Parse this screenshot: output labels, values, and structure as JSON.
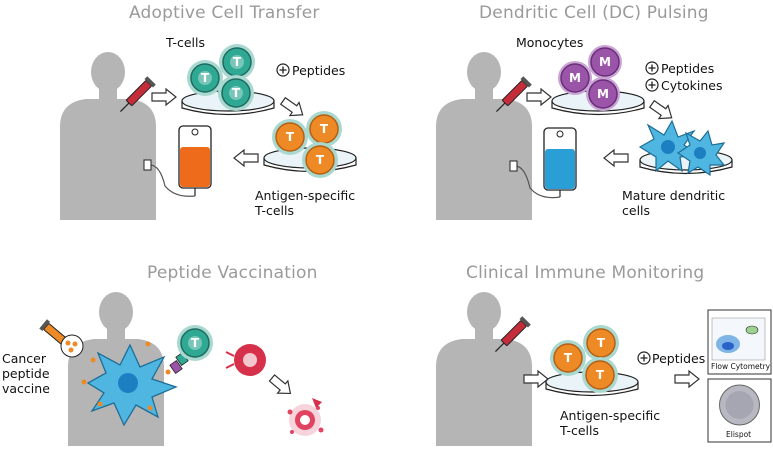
{
  "panels": {
    "act": {
      "title": "Adoptive Cell Transfer",
      "cells_label": "T-cells",
      "additive": "Peptides",
      "result_label_1": "Antigen-specific",
      "result_label_2": "T-cells",
      "cell_letter": "T"
    },
    "dc": {
      "title": "Dendritic Cell (DC) Pulsing",
      "cells_label": "Monocytes",
      "additive_1": "Peptides",
      "additive_2": "Cytokines",
      "result_label_1": "Mature dendritic",
      "result_label_2": "cells",
      "cell_letter": "M"
    },
    "vacc": {
      "title": "Peptide Vaccination",
      "vaccine_label_1": "Cancer",
      "vaccine_label_2": "peptide",
      "vaccine_label_3": "vaccine",
      "cell_letter": "T"
    },
    "cim": {
      "title": "Clinical Immune Monitoring",
      "additive": "Peptides",
      "result_label_1": "Antigen-specific",
      "result_label_2": "T-cells",
      "cell_letter": "T",
      "flow_label": "Flow Cytometry",
      "elispot_label": "Elispot"
    }
  },
  "colors": {
    "silhouette": "#b5b5b5",
    "tcell": "#2fa894",
    "tcell_spikes": "#a8d8cf",
    "activated_tcell": "#ee8a26",
    "monocyte": "#9b55a8",
    "dendritic": "#4fb6e2",
    "nucleus": "#1d7fc1",
    "blood_bag_orange": "#ee6b1b",
    "blood_bag_blue": "#2a9fd6",
    "syringe": "#c62d3a",
    "tumor": "#d6304a"
  }
}
